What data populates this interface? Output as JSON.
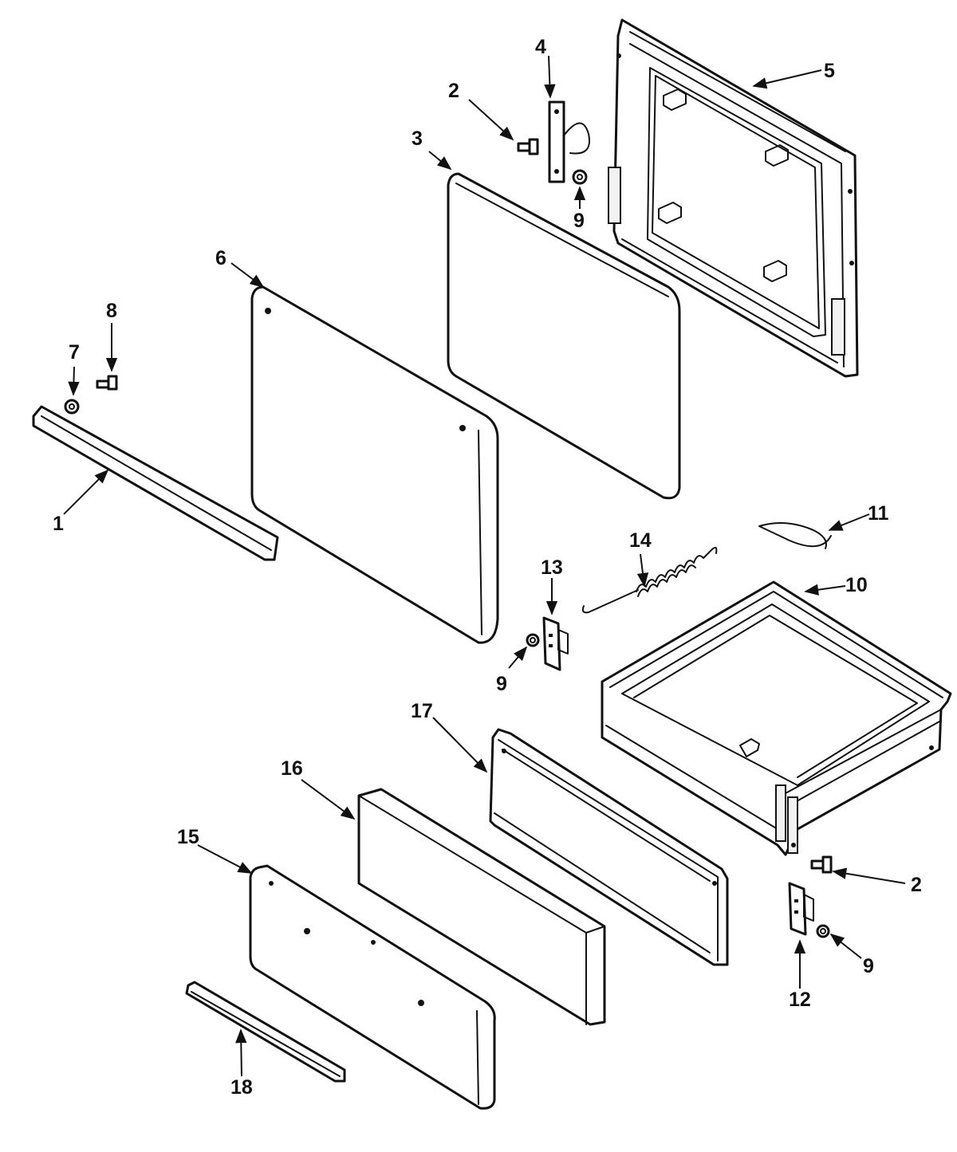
{
  "callouts": {
    "c1": "1",
    "c2a": "2",
    "c2b": "2",
    "c3": "3",
    "c4": "4",
    "c5": "5",
    "c6": "6",
    "c7": "7",
    "c8": "8",
    "c9a": "9",
    "c9b": "9",
    "c9c": "9",
    "c10": "10",
    "c11": "11",
    "c12": "12",
    "c13": "13",
    "c14": "14",
    "c15": "15",
    "c16": "16",
    "c17": "17",
    "c18": "18"
  },
  "colors": {
    "line": "#111111",
    "background": "#ffffff"
  }
}
